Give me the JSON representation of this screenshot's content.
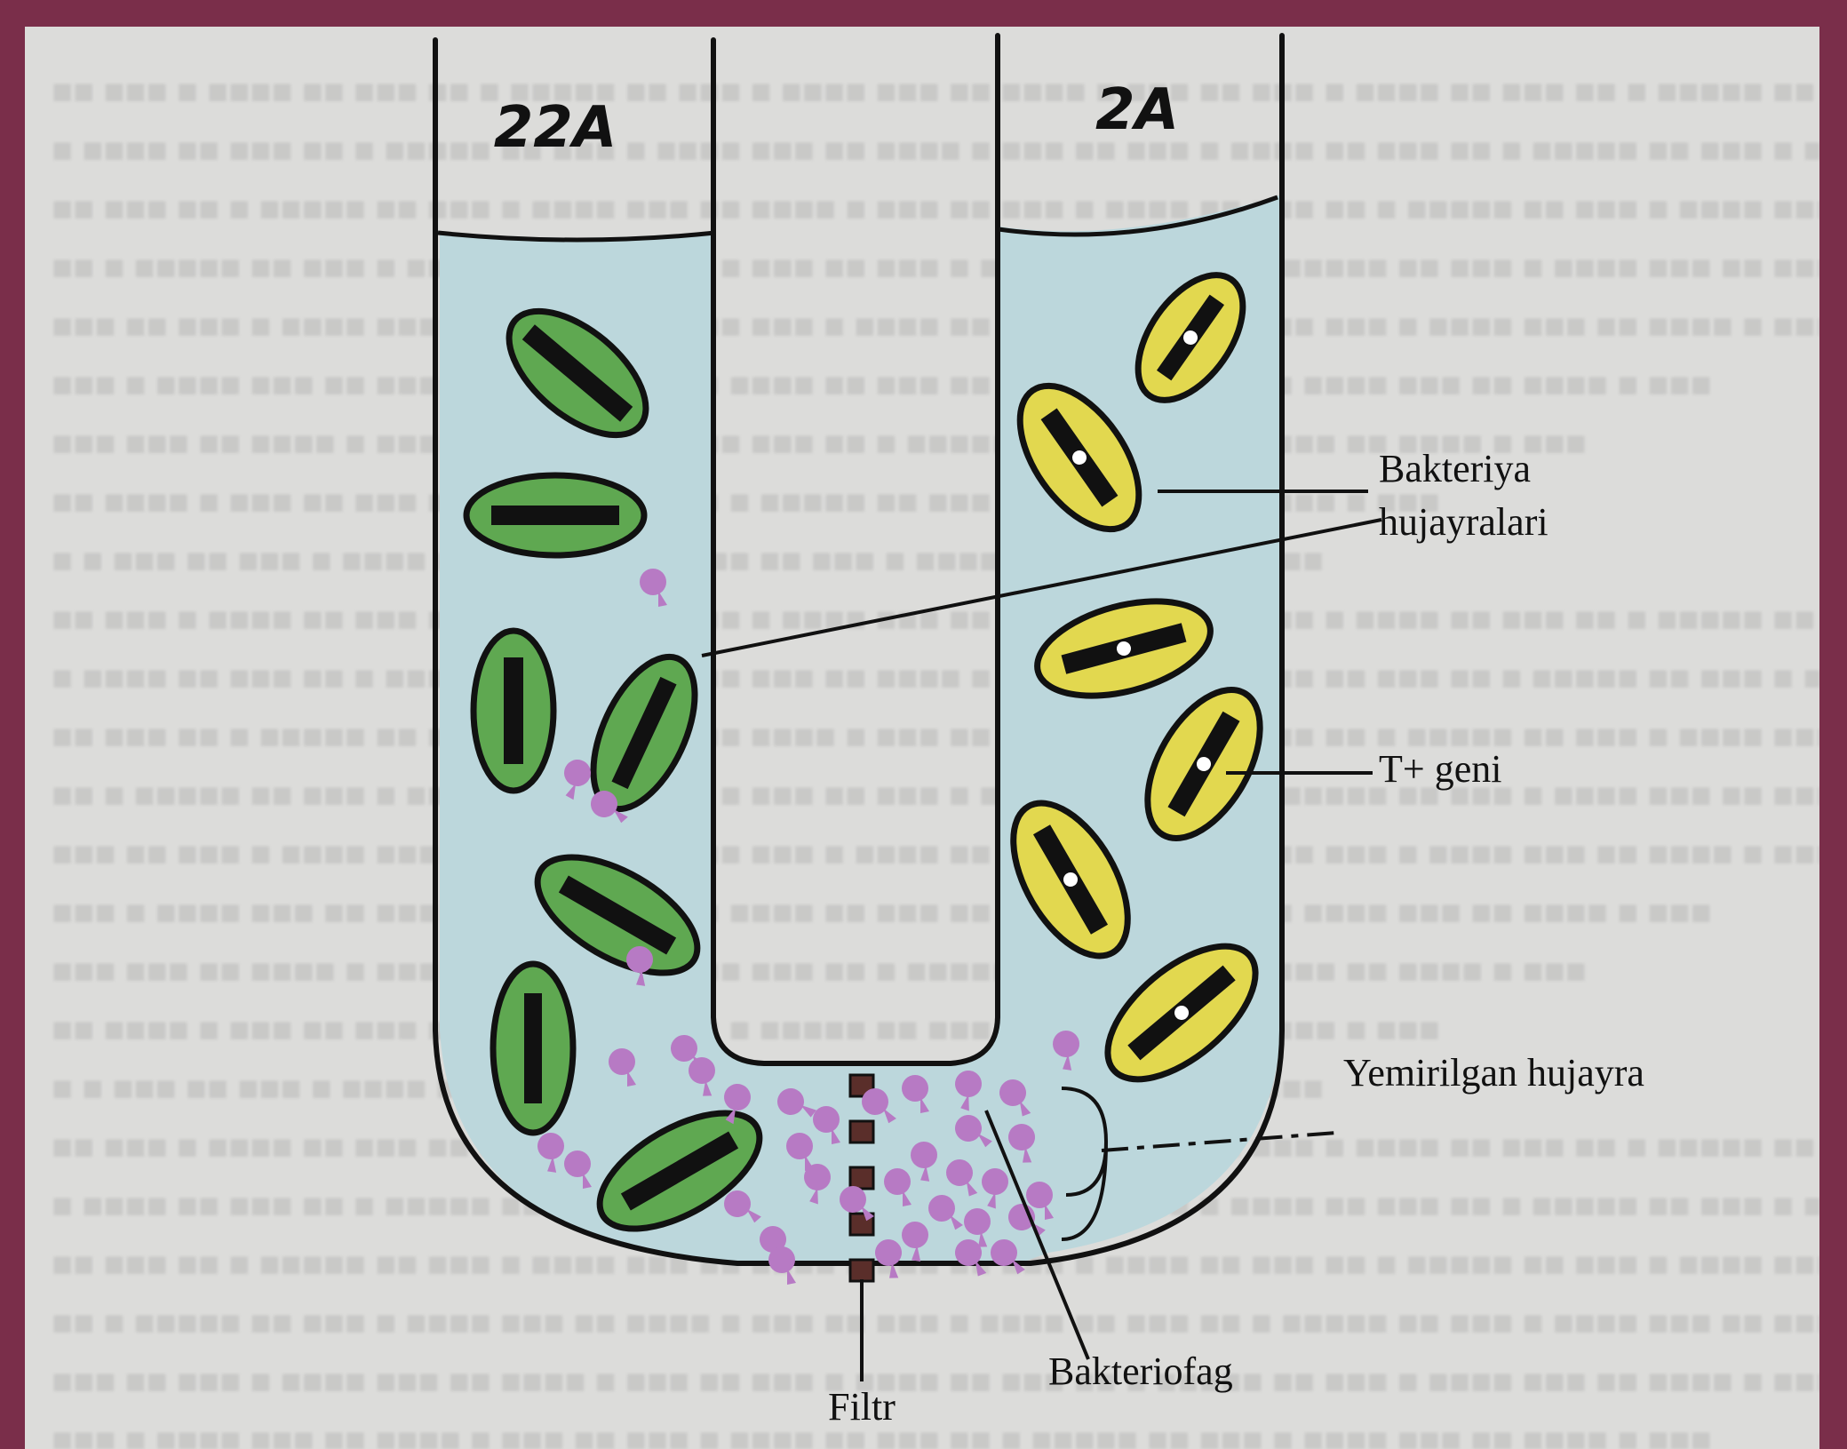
{
  "tubes": {
    "left_label": "22A",
    "right_label": "2A"
  },
  "callouts": {
    "bacteria_cells_line1": "Bakteriya",
    "bacteria_cells_line2": "hujayralari",
    "t_gene": "T+ geni",
    "lysed_cell": "Yemirilgan hujayra",
    "bacteriophage": "Bakteriofag",
    "filter": "Filtr"
  },
  "colors": {
    "frame": "#7a2e4a",
    "page": "#dcdcda",
    "liquid": "#bcd7dc",
    "green_cell": "#5fa851",
    "yellow_cell": "#e2d84f",
    "phage": "#b77ac4",
    "filter_block": "#5a2e2a"
  }
}
